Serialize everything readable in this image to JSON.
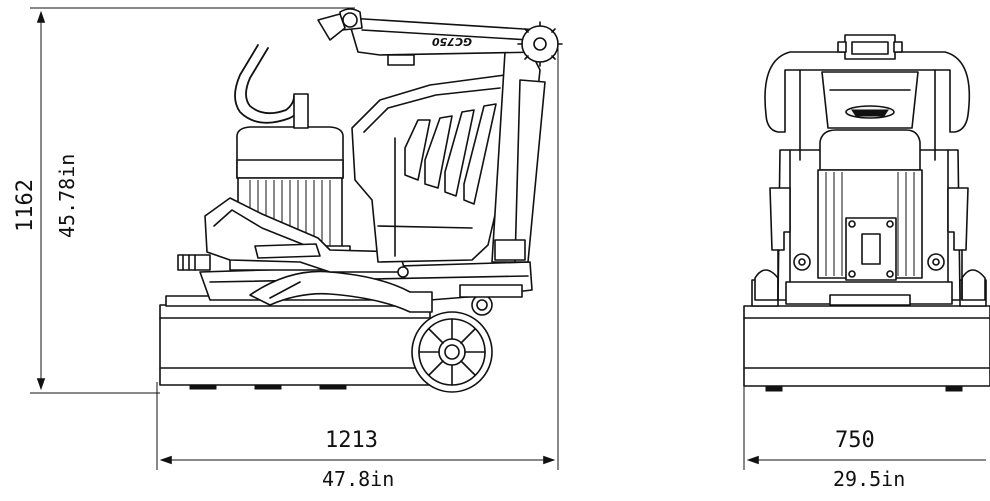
{
  "side_view": {
    "height_mm": "1162",
    "height_in": "45.78in",
    "length_mm": "1213",
    "length_in": "47.8in",
    "brand_mark": "GC750"
  },
  "front_view": {
    "width_mm": "750",
    "width_in": "29.5in"
  }
}
